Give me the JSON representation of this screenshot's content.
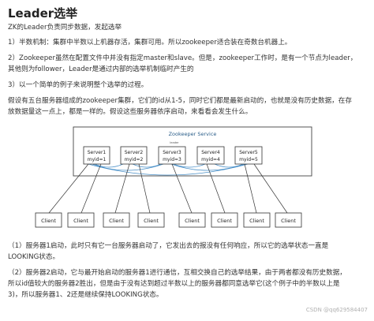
{
  "article": {
    "title": "Leader选举",
    "paragraphs": [
      "ZK的Leader负责同步数据，发起选举",
      "1）半数机制：集群中半数以上机器存活，集群可用。所以zookeeper适合装在奇数台机器上。",
      "2）Zookeeper虽然在配置文件中并没有指定master和slave。但是，zookeeper工作时，是有一个节点为leader，",
      "其他则为follower，Leader是通过内部的选举机制临时产生的",
      "3）以一个简单的例子来说明整个选举的过程。",
      "假设有五台服务器组成的zookeeper集群，它们的id从1-5，同时它们都是最新启动的，也就是没有历史数据，在存",
      "放数据量这一点上，都是一样的。假设这些服务器依序启动，来看看会发生什么。",
      "（1）服务器1启动，此时只有它一台服务器启动了，它发出去的报没有任何响应，所以它的选举状态一直是",
      "LOOKING状态。",
      "（2）服务器2启动，它与最开始启动的服务器1进行通信，互相交换自己的选举结果，由于两者都没有历史数据，",
      "所以id值较大的服务器2胜出，但是由于没有达到超过半数以上的服务器都同意选举它(这个例子中的半数以上是",
      "3)，所以服务器1、2还是继续保持LOOKING状态。"
    ]
  },
  "diagram": {
    "service_label": "Zookeeper Service",
    "leader_tag": "leader",
    "servers": [
      {
        "name": "Server1",
        "myid": "myid=1"
      },
      {
        "name": "Server2",
        "myid": "myid=2"
      },
      {
        "name": "Server3",
        "myid": "myid=3"
      },
      {
        "name": "Server4",
        "myid": "myid=4"
      },
      {
        "name": "Server5",
        "myid": "myid=5"
      }
    ],
    "clients": [
      "Client",
      "Client",
      "Client",
      "Client",
      "Client",
      "Client",
      "Client",
      "Client"
    ],
    "colors": {
      "line": "#222222",
      "arc": "#4a90c8",
      "service_text": "#2c5f8a"
    }
  },
  "watermark": "CSDN @qq629584407"
}
